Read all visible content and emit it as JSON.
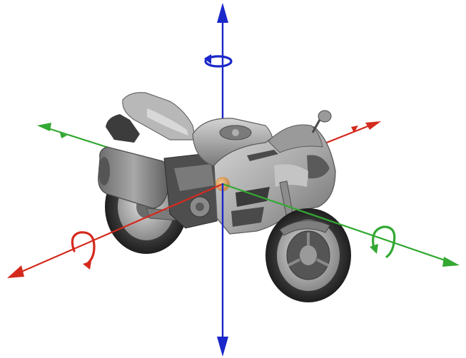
{
  "scene": {
    "subject": "motorcycle-icon",
    "axes": [
      {
        "id": "red",
        "color": "#d42a1e",
        "rotation_icon": "rotate-arrow-icon"
      },
      {
        "id": "green",
        "color": "#33a832",
        "rotation_icon": "rotate-arrow-icon"
      },
      {
        "id": "blue",
        "color": "#1a27c9",
        "rotation_icon": "rotate-arrow-icon"
      }
    ],
    "origin_color": "#e8a24a",
    "body_colors": {
      "dark": "#5c5c5c",
      "mid": "#8f8f8f",
      "light": "#c9c9c9",
      "tire": "#2e2e2e"
    }
  }
}
